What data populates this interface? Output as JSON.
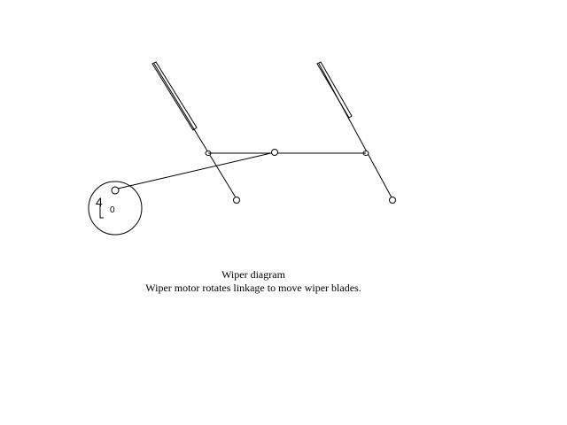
{
  "diagram": {
    "title": "Wiper diagram",
    "caption": "Wiper motor rotates linkage to move wiper blades.",
    "motor_label": "0",
    "motor_glyph": "4",
    "stroke_color": "#000000",
    "background_color": "#ffffff"
  }
}
